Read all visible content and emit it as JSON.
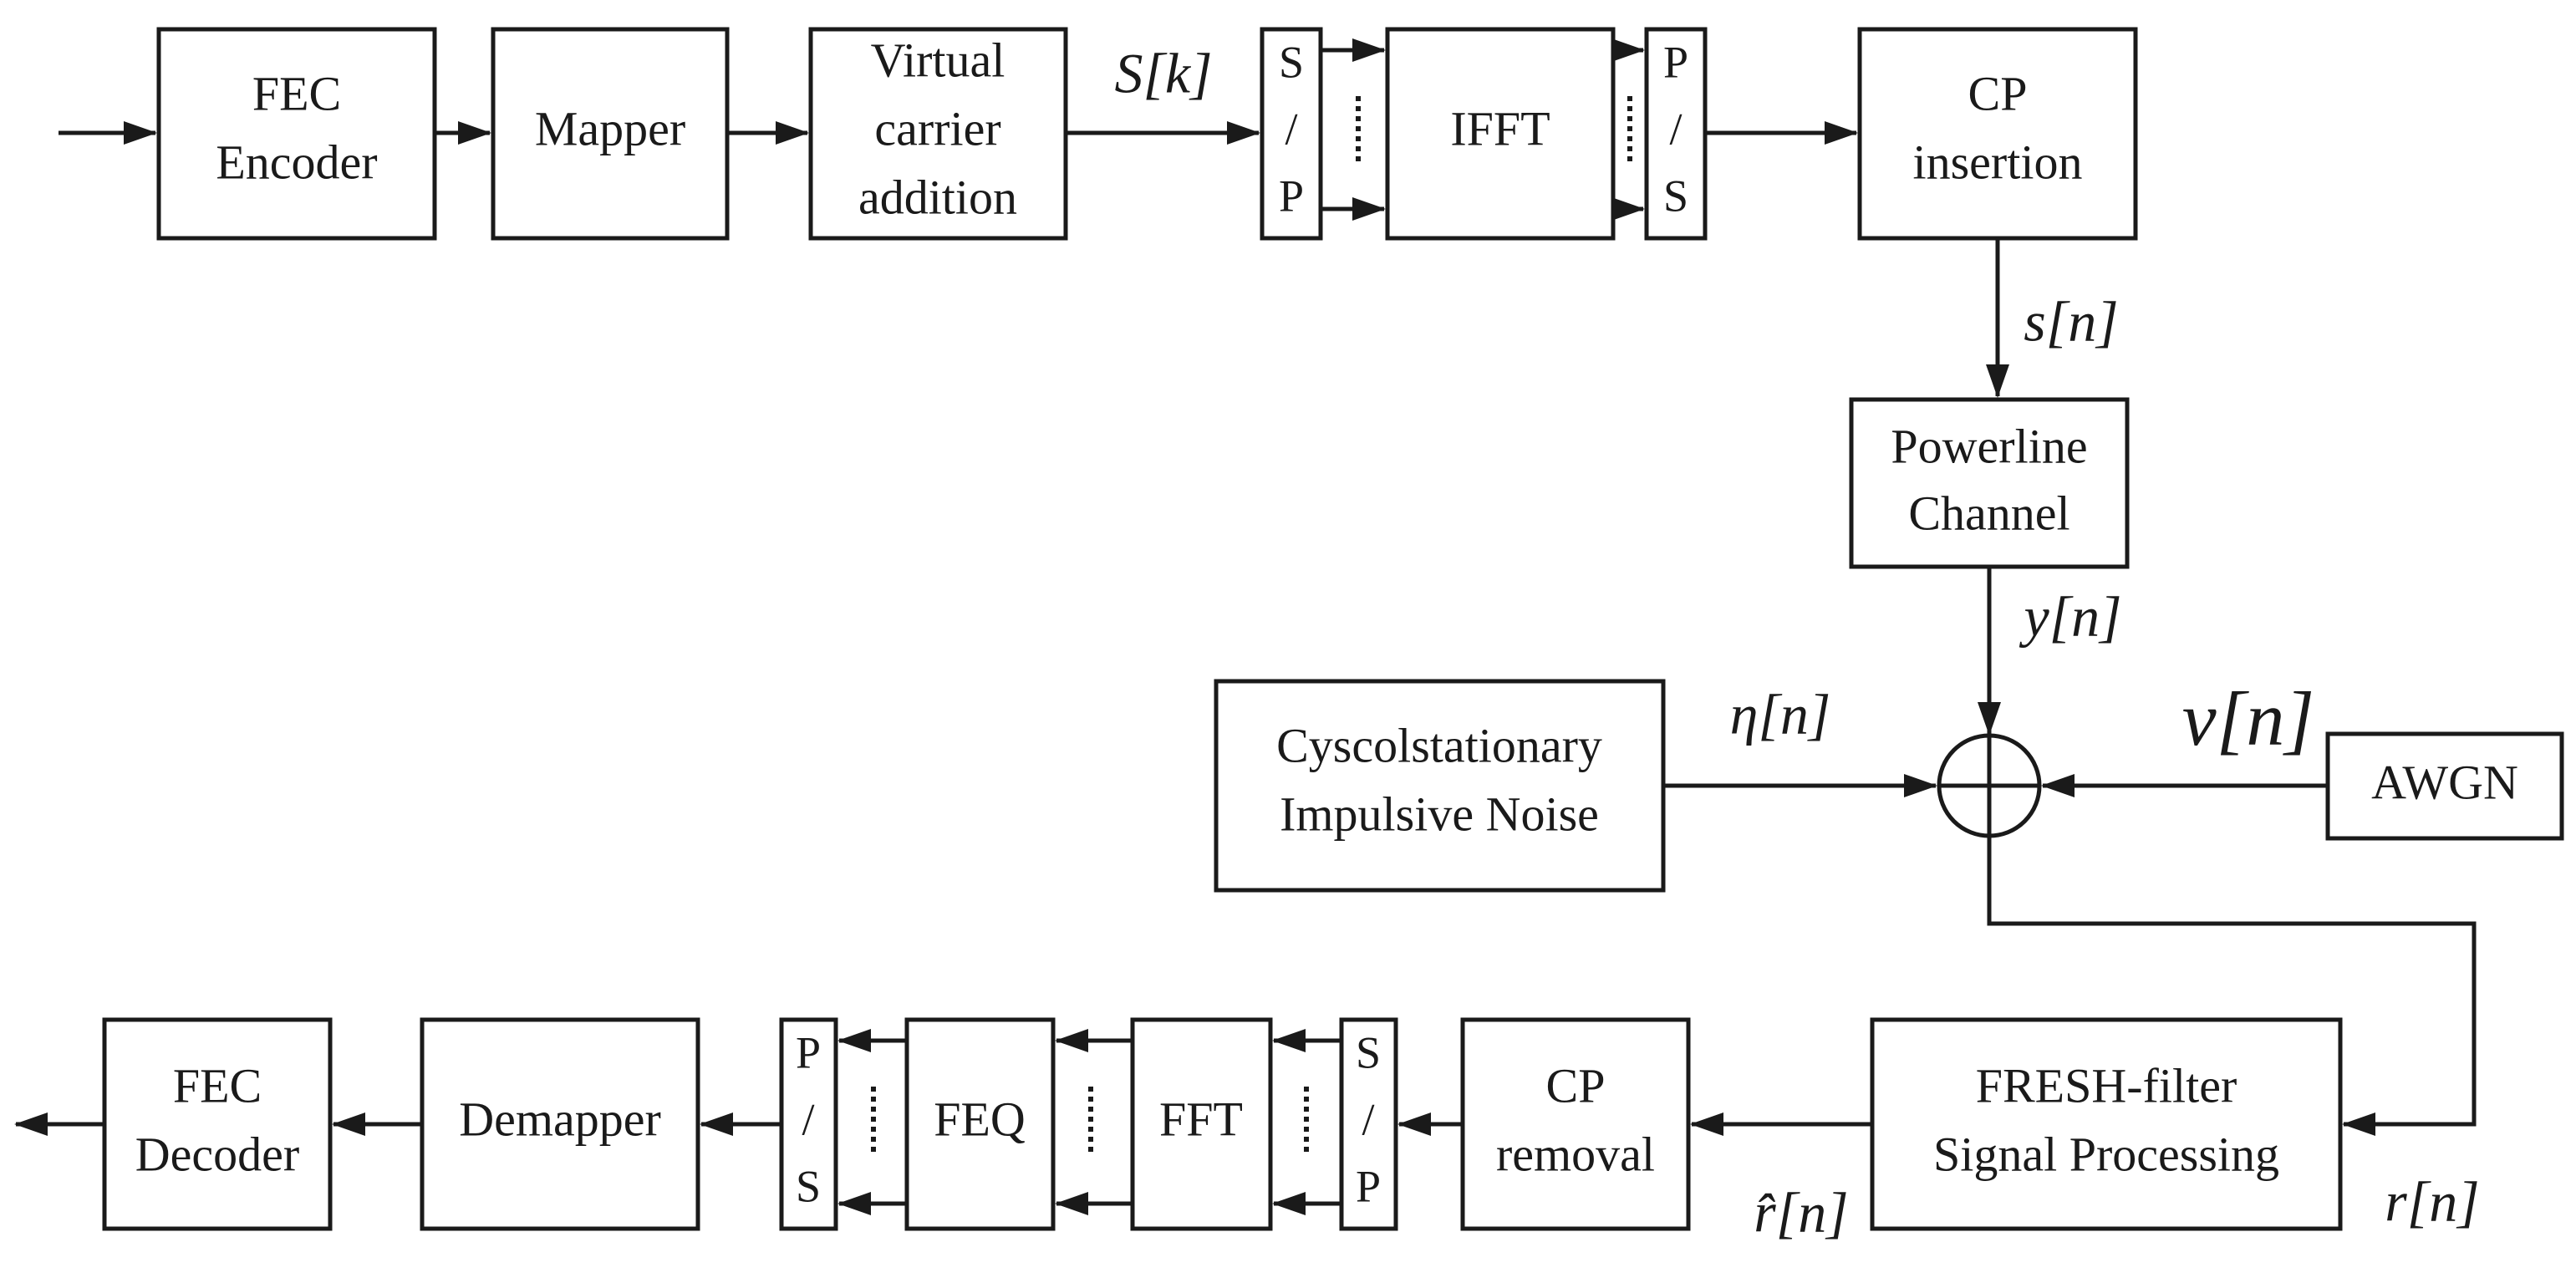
{
  "transmitter": {
    "fec_encoder": [
      "FEC",
      "Encoder"
    ],
    "mapper": "Mapper",
    "virtual_carrier": [
      "Virtual",
      "carrier",
      "addition"
    ],
    "sp": [
      "S",
      "/",
      "P"
    ],
    "ifft": "IFFT",
    "ps": [
      "P",
      "/",
      "S"
    ],
    "cp_insertion": [
      "CP",
      "insertion"
    ]
  },
  "channel": {
    "powerline": [
      "Powerline",
      "Channel"
    ],
    "impulsive_noise": [
      "Cyscolstationary",
      "Impulsive Noise"
    ],
    "awgn": "AWGN"
  },
  "receiver": {
    "fresh_filter": [
      "FRESH-filter",
      "Signal Processing"
    ],
    "cp_removal": [
      "CP",
      "removal"
    ],
    "sp": [
      "S",
      "/",
      "P"
    ],
    "fft": "FFT",
    "feq": "FEQ",
    "ps": [
      "P",
      "/",
      "S"
    ],
    "demapper": "Demapper",
    "fec_decoder": [
      "FEC",
      "Decoder"
    ]
  },
  "signals": {
    "S_k": "S[k]",
    "s_n": "s[n]",
    "y_n": "y[n]",
    "eta_n": "η[n]",
    "v_n": "v[n]",
    "r_n": "r[n]",
    "r_hat_n": "r̂[n]"
  }
}
